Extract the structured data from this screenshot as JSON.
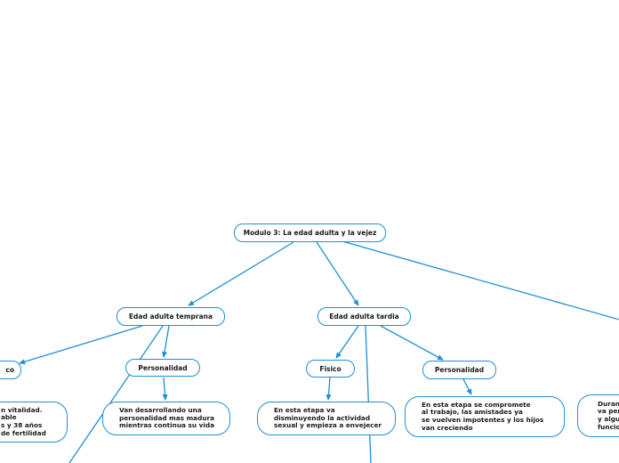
{
  "colors": {
    "line": "#1e8fd6",
    "border": "#1e8fd6",
    "text": "#1a1a1a"
  },
  "root": {
    "label": "Modulo 3: La edad adulta y la vejez"
  },
  "early_adult": {
    "label": "Edad adulta temprana",
    "physical": {
      "label": "co",
      "text": "n vitalidad.\nable\ns y 38 años\nde fertilidad"
    },
    "personality": {
      "label": "Personalidad",
      "text": "Van desarrollando una\npersonalidad mas madura\nmientras continua su vida"
    }
  },
  "late_adult": {
    "label": "Edad adulta tardia",
    "physical": {
      "label": "Fisico",
      "text": "En esta etapa va\ndisminuyendo la actividad\nsexual y empieza a envejecer"
    },
    "personality": {
      "label": "Personalidad",
      "text": "En esta etapa se compromete\nal trabajo, las amistades ya\nse vuelven impotentes y los hijos\nvan creciendo"
    }
  },
  "right_partial": {
    "text": "Duran\nva per\ny algu\nfuncio"
  }
}
